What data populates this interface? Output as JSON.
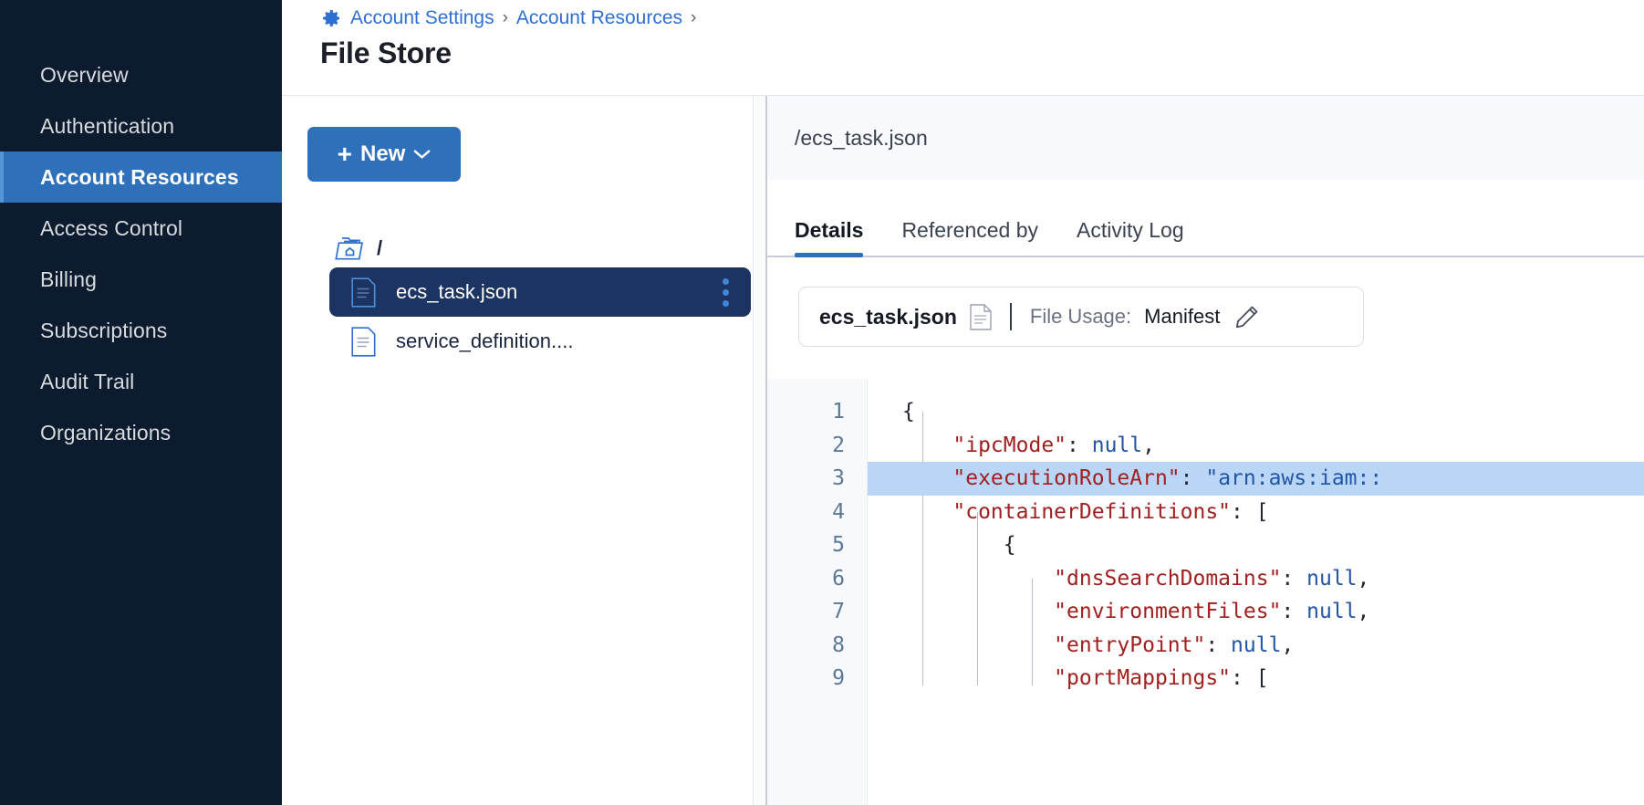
{
  "sidebar": {
    "items": [
      {
        "label": "Overview",
        "active": false
      },
      {
        "label": "Authentication",
        "active": false
      },
      {
        "label": "Account Resources",
        "active": true
      },
      {
        "label": "Access Control",
        "active": false
      },
      {
        "label": "Billing",
        "active": false
      },
      {
        "label": "Subscriptions",
        "active": false
      },
      {
        "label": "Audit Trail",
        "active": false
      },
      {
        "label": "Organizations",
        "active": false
      }
    ]
  },
  "header": {
    "breadcrumb": [
      "Account Settings",
      "Account Resources"
    ],
    "separator": "›",
    "gear_icon": "gear-icon",
    "title": "File Store"
  },
  "tree_panel": {
    "new_button": {
      "label": "New",
      "plus": "+",
      "chevron": "chevron-down-icon"
    },
    "root": {
      "label": "/",
      "icon": "folder-home-icon"
    },
    "files": [
      {
        "name": "ecs_task.json",
        "selected": true,
        "icon": "document-icon",
        "menu": "kebab-menu-icon"
      },
      {
        "name": "service_definition....",
        "selected": false,
        "icon": "document-icon"
      }
    ]
  },
  "detail": {
    "path": "/ecs_task.json",
    "tabs": [
      {
        "label": "Details",
        "active": true
      },
      {
        "label": "Referenced by",
        "active": false
      },
      {
        "label": "Activity Log",
        "active": false
      }
    ],
    "usage_card": {
      "file_name": "ecs_task.json",
      "file_icon": "sheet-document-icon",
      "usage_label": "File Usage:",
      "usage_value": "Manifest",
      "edit_icon": "pencil-icon"
    }
  },
  "editor": {
    "line_numbers": [
      "1",
      "2",
      "3",
      "4",
      "5",
      "6",
      "7",
      "8",
      "9"
    ],
    "highlighted_line": 3,
    "lines": [
      [
        {
          "t": "{",
          "c": "p"
        }
      ],
      [
        {
          "t": "    ",
          "c": "p"
        },
        {
          "t": "\"ipcMode\"",
          "c": "k"
        },
        {
          "t": ": ",
          "c": "p"
        },
        {
          "t": "null",
          "c": "v"
        },
        {
          "t": ",",
          "c": "p"
        }
      ],
      [
        {
          "t": "    ",
          "c": "p"
        },
        {
          "t": "\"executionRoleArn\"",
          "c": "k"
        },
        {
          "t": ": ",
          "c": "p"
        },
        {
          "t": "\"arn:aws:iam::",
          "c": "v"
        }
      ],
      [
        {
          "t": "    ",
          "c": "p"
        },
        {
          "t": "\"containerDefinitions\"",
          "c": "k"
        },
        {
          "t": ": [",
          "c": "p"
        }
      ],
      [
        {
          "t": "        {",
          "c": "p"
        }
      ],
      [
        {
          "t": "            ",
          "c": "p"
        },
        {
          "t": "\"dnsSearchDomains\"",
          "c": "k"
        },
        {
          "t": ": ",
          "c": "p"
        },
        {
          "t": "null",
          "c": "v"
        },
        {
          "t": ",",
          "c": "p"
        }
      ],
      [
        {
          "t": "            ",
          "c": "p"
        },
        {
          "t": "\"environmentFiles\"",
          "c": "k"
        },
        {
          "t": ": ",
          "c": "p"
        },
        {
          "t": "null",
          "c": "v"
        },
        {
          "t": ",",
          "c": "p"
        }
      ],
      [
        {
          "t": "            ",
          "c": "p"
        },
        {
          "t": "\"entryPoint\"",
          "c": "k"
        },
        {
          "t": ": ",
          "c": "p"
        },
        {
          "t": "null",
          "c": "v"
        },
        {
          "t": ",",
          "c": "p"
        }
      ],
      [
        {
          "t": "            ",
          "c": "p"
        },
        {
          "t": "\"portMappings\"",
          "c": "k"
        },
        {
          "t": ": [",
          "c": "p"
        }
      ]
    ]
  },
  "colors": {
    "sidebar_bg": "#0d1b2e",
    "accent_blue": "#2e70ba",
    "selected_row": "#1c3461",
    "link_blue": "#2f6fd0",
    "code_key": "#a02020",
    "code_value": "#2255a4",
    "highlight": "#b9d6f7"
  }
}
